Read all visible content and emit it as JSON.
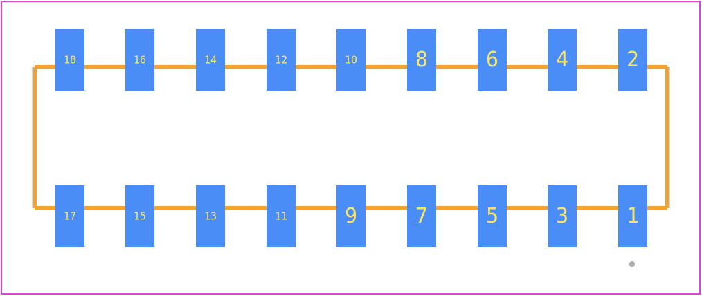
{
  "colors": {
    "board_outline": "#e040e0",
    "silkscreen": "#f5a22e",
    "courtyard": "#c8a878",
    "pad": "#4a8df6",
    "pad_label": "#f5e66a",
    "origin_marker": "#b0b0b0"
  },
  "pads_top": [
    {
      "label": "18"
    },
    {
      "label": "16"
    },
    {
      "label": "14"
    },
    {
      "label": "12"
    },
    {
      "label": "10"
    },
    {
      "label": "8"
    },
    {
      "label": "6"
    },
    {
      "label": "4"
    },
    {
      "label": "2"
    }
  ],
  "pads_bottom": [
    {
      "label": "17"
    },
    {
      "label": "15"
    },
    {
      "label": "13"
    },
    {
      "label": "11"
    },
    {
      "label": "9"
    },
    {
      "label": "7"
    },
    {
      "label": "5"
    },
    {
      "label": "3"
    },
    {
      "label": "1"
    }
  ]
}
